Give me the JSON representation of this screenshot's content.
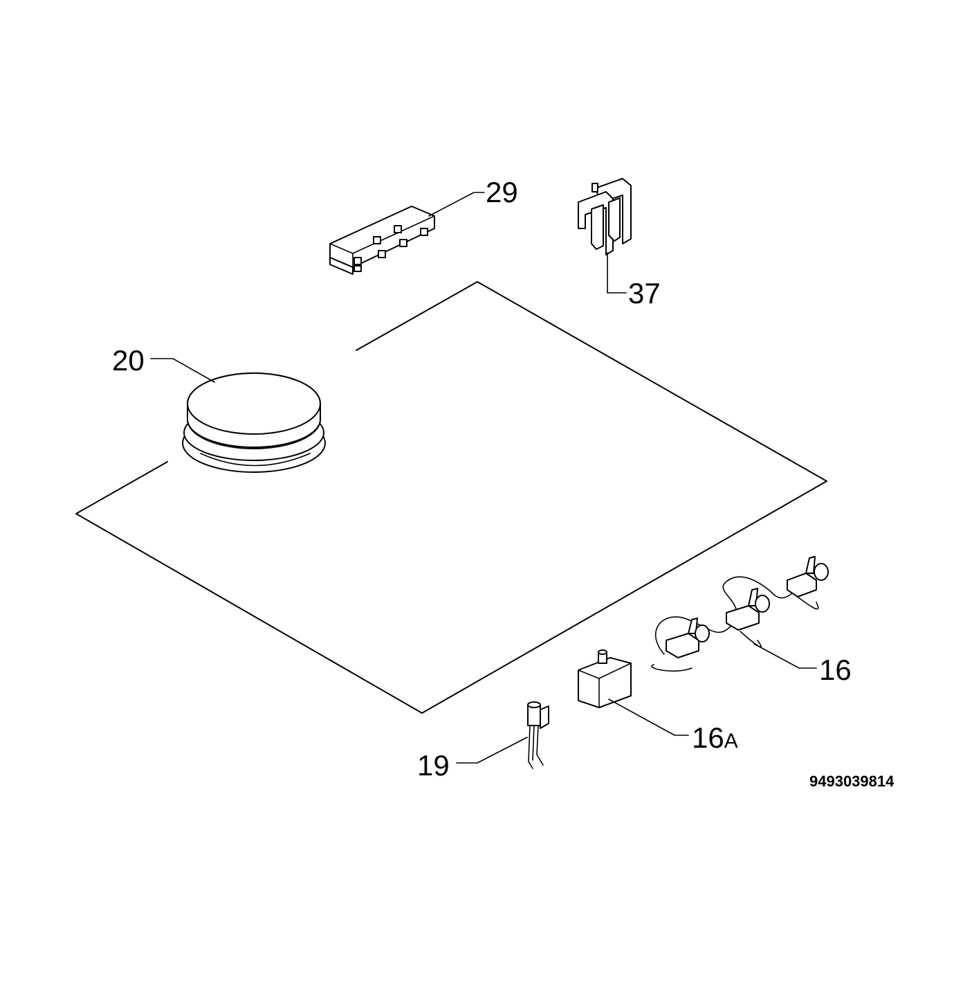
{
  "labels": {
    "part_29": "29",
    "part_37": "37",
    "part_20": "20",
    "part_16": "16",
    "part_16a_main": "16",
    "part_16a_suffix": "A",
    "part_19": "19"
  },
  "drawing_code": "9493039814"
}
